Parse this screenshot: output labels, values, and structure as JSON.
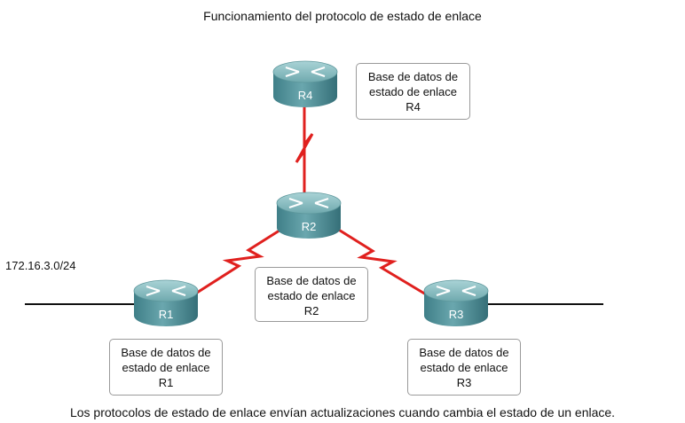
{
  "title": "Funcionamiento del protocolo de estado de enlace",
  "caption": "Los protocolos de estado de enlace envían actualizaciones cuando cambia el estado de un enlace.",
  "network_label": "172.16.3.0/24",
  "routers": [
    {
      "id": "R4",
      "label": "R4"
    },
    {
      "id": "R2",
      "label": "R2"
    },
    {
      "id": "R1",
      "label": "R1"
    },
    {
      "id": "R3",
      "label": "R3"
    }
  ],
  "databases": {
    "r4": {
      "line1": "Base de datos de",
      "line2": "estado de enlace",
      "line3": "R4"
    },
    "r2": {
      "line1": "Base de datos de",
      "line2": "estado de enlace",
      "line3": "R2"
    },
    "r1": {
      "line1": "Base de datos de",
      "line2": "estado de enlace",
      "line3": "R1"
    },
    "r3": {
      "line1": "Base de datos de",
      "line2": "estado de enlace",
      "line3": "R3"
    }
  },
  "colors": {
    "serial_link": "#e0201e",
    "router_body": "#4f8f98",
    "router_top": "#8fc3c8",
    "ethernet": "#111111"
  }
}
